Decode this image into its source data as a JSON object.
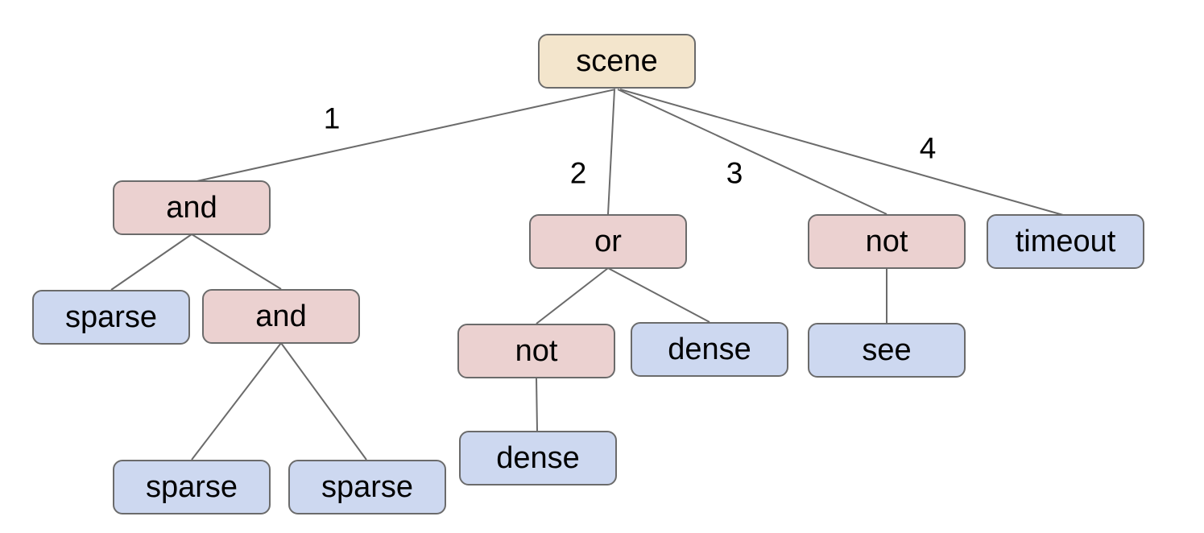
{
  "diagram": {
    "type": "tree",
    "nodes": {
      "scene": {
        "label": "scene",
        "kind": "root"
      },
      "and1": {
        "label": "and",
        "kind": "operator"
      },
      "or1": {
        "label": "or",
        "kind": "operator"
      },
      "not1": {
        "label": "not",
        "kind": "operator"
      },
      "timeout": {
        "label": "timeout",
        "kind": "leaf"
      },
      "sparse1": {
        "label": "sparse",
        "kind": "leaf"
      },
      "and2": {
        "label": "and",
        "kind": "operator"
      },
      "sparse2": {
        "label": "sparse",
        "kind": "leaf"
      },
      "sparse3": {
        "label": "sparse",
        "kind": "leaf"
      },
      "not2": {
        "label": "not",
        "kind": "operator"
      },
      "dense1": {
        "label": "dense",
        "kind": "leaf"
      },
      "dense2": {
        "label": "dense",
        "kind": "leaf"
      },
      "see1": {
        "label": "see",
        "kind": "leaf"
      }
    },
    "edges": [
      {
        "from": "scene",
        "to": "and1",
        "label": "1"
      },
      {
        "from": "scene",
        "to": "or1",
        "label": "2"
      },
      {
        "from": "scene",
        "to": "not1",
        "label": "3"
      },
      {
        "from": "scene",
        "to": "timeout",
        "label": "4"
      },
      {
        "from": "and1",
        "to": "sparse1",
        "label": ""
      },
      {
        "from": "and1",
        "to": "and2",
        "label": ""
      },
      {
        "from": "and2",
        "to": "sparse2",
        "label": ""
      },
      {
        "from": "and2",
        "to": "sparse3",
        "label": ""
      },
      {
        "from": "or1",
        "to": "not2",
        "label": ""
      },
      {
        "from": "or1",
        "to": "dense1",
        "label": ""
      },
      {
        "from": "not2",
        "to": "dense2",
        "label": ""
      },
      {
        "from": "not1",
        "to": "see1",
        "label": ""
      }
    ],
    "colors": {
      "root_fill": "#f3e5cc",
      "operator_fill": "#ebd1d0",
      "leaf_fill": "#cdd8f0",
      "node_border": "#6b6b6b",
      "edge_line": "#6b6b6b",
      "text": "#000000",
      "background": "#ffffff"
    }
  }
}
